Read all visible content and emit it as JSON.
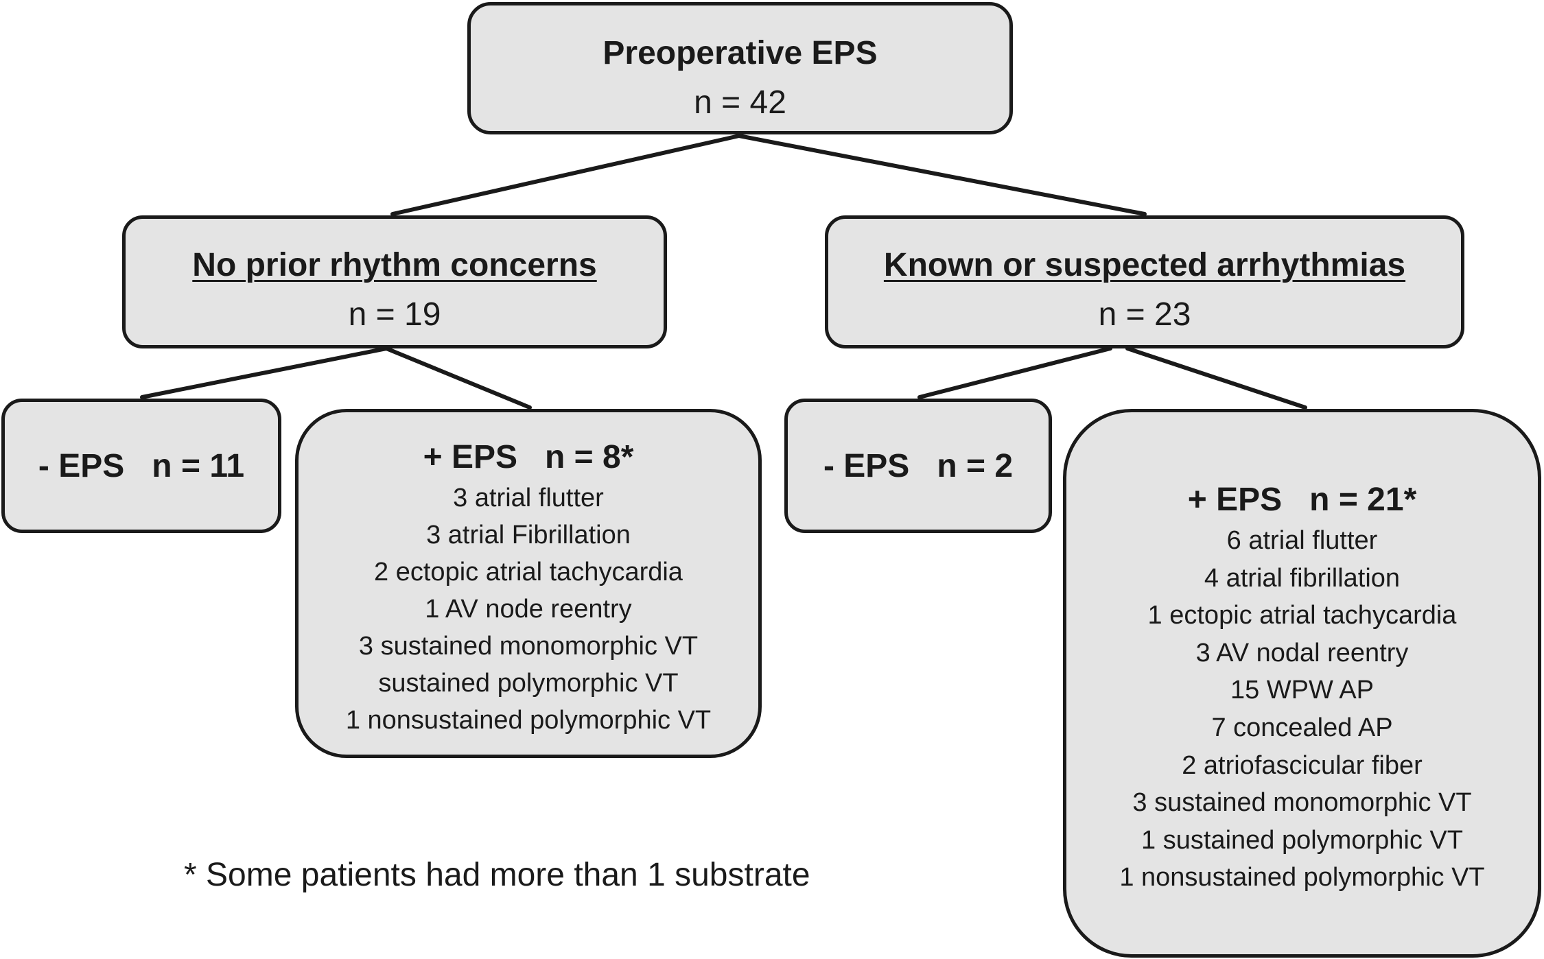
{
  "root": {
    "title": "Preoperative EPS",
    "count": "n = 42"
  },
  "left_branch": {
    "title": "No prior rhythm concerns",
    "count": "n = 19",
    "negative": {
      "label": "- EPS",
      "count": "n = 11"
    },
    "positive": {
      "label": "+ EPS",
      "count": "n = 8*",
      "items": [
        "3 atrial flutter",
        "3 atrial Fibrillation",
        "2 ectopic atrial tachycardia",
        "1 AV node  reentry",
        "3 sustained monomorphic VT",
        "sustained polymorphic VT",
        "1 nonsustained polymorphic VT"
      ]
    }
  },
  "right_branch": {
    "title": "Known or suspected arrhythmias",
    "count": "n = 23",
    "negative": {
      "label": "- EPS",
      "count": "n = 2"
    },
    "positive": {
      "label": "+ EPS",
      "count": "n = 21*",
      "items": [
        "6 atrial flutter",
        "4 atrial fibrillation",
        "1 ectopic atrial tachycardia",
        "3 AV nodal reentry",
        "15 WPW AP",
        "7 concealed AP",
        "2 atriofascicular fiber",
        "3 sustained monomorphic VT",
        "1 sustained polymorphic VT",
        "1 nonsustained polymorphic VT"
      ]
    }
  },
  "footnote": "* Some patients had more than 1 substrate",
  "colors": {
    "box_fill": "#e4e4e4",
    "stroke": "#1a1a1a"
  }
}
